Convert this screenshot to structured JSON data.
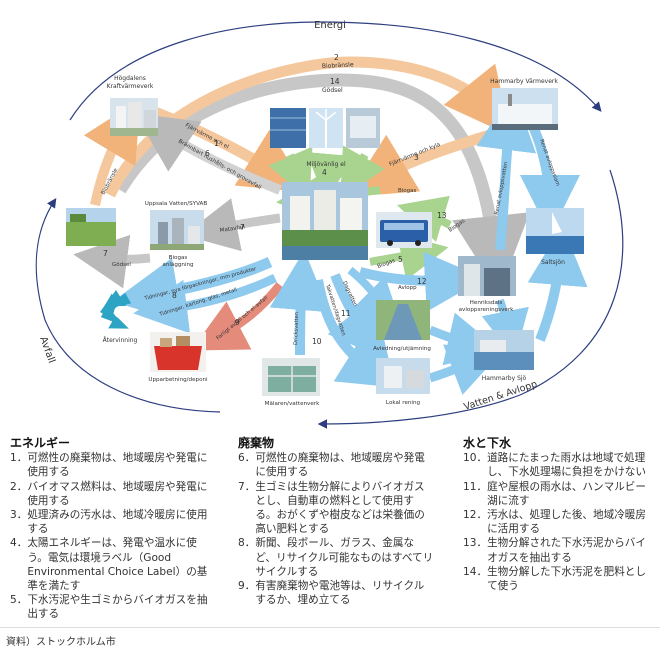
{
  "diagram": {
    "cycle_labels": {
      "energi": "Energi",
      "avfall": "Avfall",
      "vatten": "Vatten & Avlopp"
    },
    "nodes": {
      "hogdalens": "Högdalens\nKraftvärmeverk",
      "hammarby_varmeverk": "Hammarby Värmeverk",
      "miljovanlig": "Miljövänlig el",
      "uppsala": "Uppsala Vatten/SYVAB",
      "biogas_anl": "Biogas\nanläggning",
      "saltsjon": "Saltsjön",
      "henriksdals": "Henriksdals\navloppsreningsverk",
      "atervinning": "Återvinning",
      "upparbetning": "Upparbetning/deponi",
      "malaren": "Mälaren/vattenverk",
      "avledning": "Avledning/utjämning",
      "lokal": "Lokal rening",
      "hammarby_sjo": "Hammarby Sjö",
      "center_num": "4"
    },
    "flows": {
      "biobransle": "Biobränsle",
      "godsel": "Gödsel",
      "fjarrvarme_kyla": "Fjärrvärme och kyla",
      "fjarrvarme": "Fjärrvärme och el",
      "branslet": "Brännbart hushålls- och grovavfall",
      "renat_avlopp": "Renat avloppsvatten",
      "renat_avlopp2": "Renat avloppsslam",
      "matavfall": "Matavfall",
      "godsel2": "Gödsel",
      "biogas1": "Biogas",
      "biogas2": "Biogas",
      "tidningar": "Tidningar, nya förpackningar, mm produkter",
      "tidningar2": "Tidningar, kartong, glas, metall",
      "farligt": "Farligt avfall och el-avfall",
      "dricksvatten": "Dricksvatten",
      "dagvatten": "Dagvatten",
      "takvatten": "Takvatten/dagvatten",
      "avlopp": "Avlopp",
      "biogas3": "Biogas"
    },
    "nums": [
      "1",
      "2",
      "3",
      "5",
      "6",
      "7",
      "8",
      "9",
      "10",
      "11",
      "12",
      "13",
      "14"
    ]
  },
  "legend": {
    "energy": {
      "title": "エネルギー",
      "items": [
        {
          "n": "1．",
          "t": "可燃性の廃棄物は、地域暖房や発電に使用する"
        },
        {
          "n": "2．",
          "t": "バイオマス燃料は、地域暖房や発電に使用する"
        },
        {
          "n": "3．",
          "t": "処理済みの汚水は、地域冷暖房に使用する"
        },
        {
          "n": "4．",
          "t": "太陽エネルギーは、発電や温水に使う。電気は環境ラベル（Good Environmental Choice Label）の基準を満たす"
        },
        {
          "n": "5．",
          "t": "下水汚泥や生ゴミからバイオガスを抽出する"
        }
      ]
    },
    "waste": {
      "title": "廃棄物",
      "items": [
        {
          "n": "6．",
          "t": "可燃性の廃棄物は、地域暖房や発電に使用する"
        },
        {
          "n": "7．",
          "t": "生ゴミは生物分解によりバイオガスとし、自動車の燃料として使用する。おがくずや樹皮などは栄養価の高い肥料とする"
        },
        {
          "n": "8．",
          "t": "新聞、段ボール、ガラス、金属など、リサイクル可能なものはすべてリサイクルする"
        },
        {
          "n": "9．",
          "t": "有害廃棄物や電池等は、リサイクルするか、埋め立てる"
        }
      ]
    },
    "water": {
      "title": "水と下水",
      "items": [
        {
          "n": "10．",
          "t": "道路にたまった雨水は地域で処理し、下水処理場に負担をかけない"
        },
        {
          "n": "11．",
          "t": "庭や屋根の雨水は、ハンマルビー湖に流す"
        },
        {
          "n": "12．",
          "t": "汚水は、処理した後、地域冷暖房に活用する"
        },
        {
          "n": "13．",
          "t": "生物分解された下水汚泥からバイオガスを抽出する"
        },
        {
          "n": "14．",
          "t": "生物分解した下水汚泥を肥料として使う"
        }
      ]
    }
  },
  "source": "資料）ストックホルム市",
  "colors": {
    "energy": "#f2b37a",
    "waste": "#b9b9b9",
    "water": "#8ec9ee",
    "green": "#a9d48f",
    "navy": "#2c3e80"
  }
}
